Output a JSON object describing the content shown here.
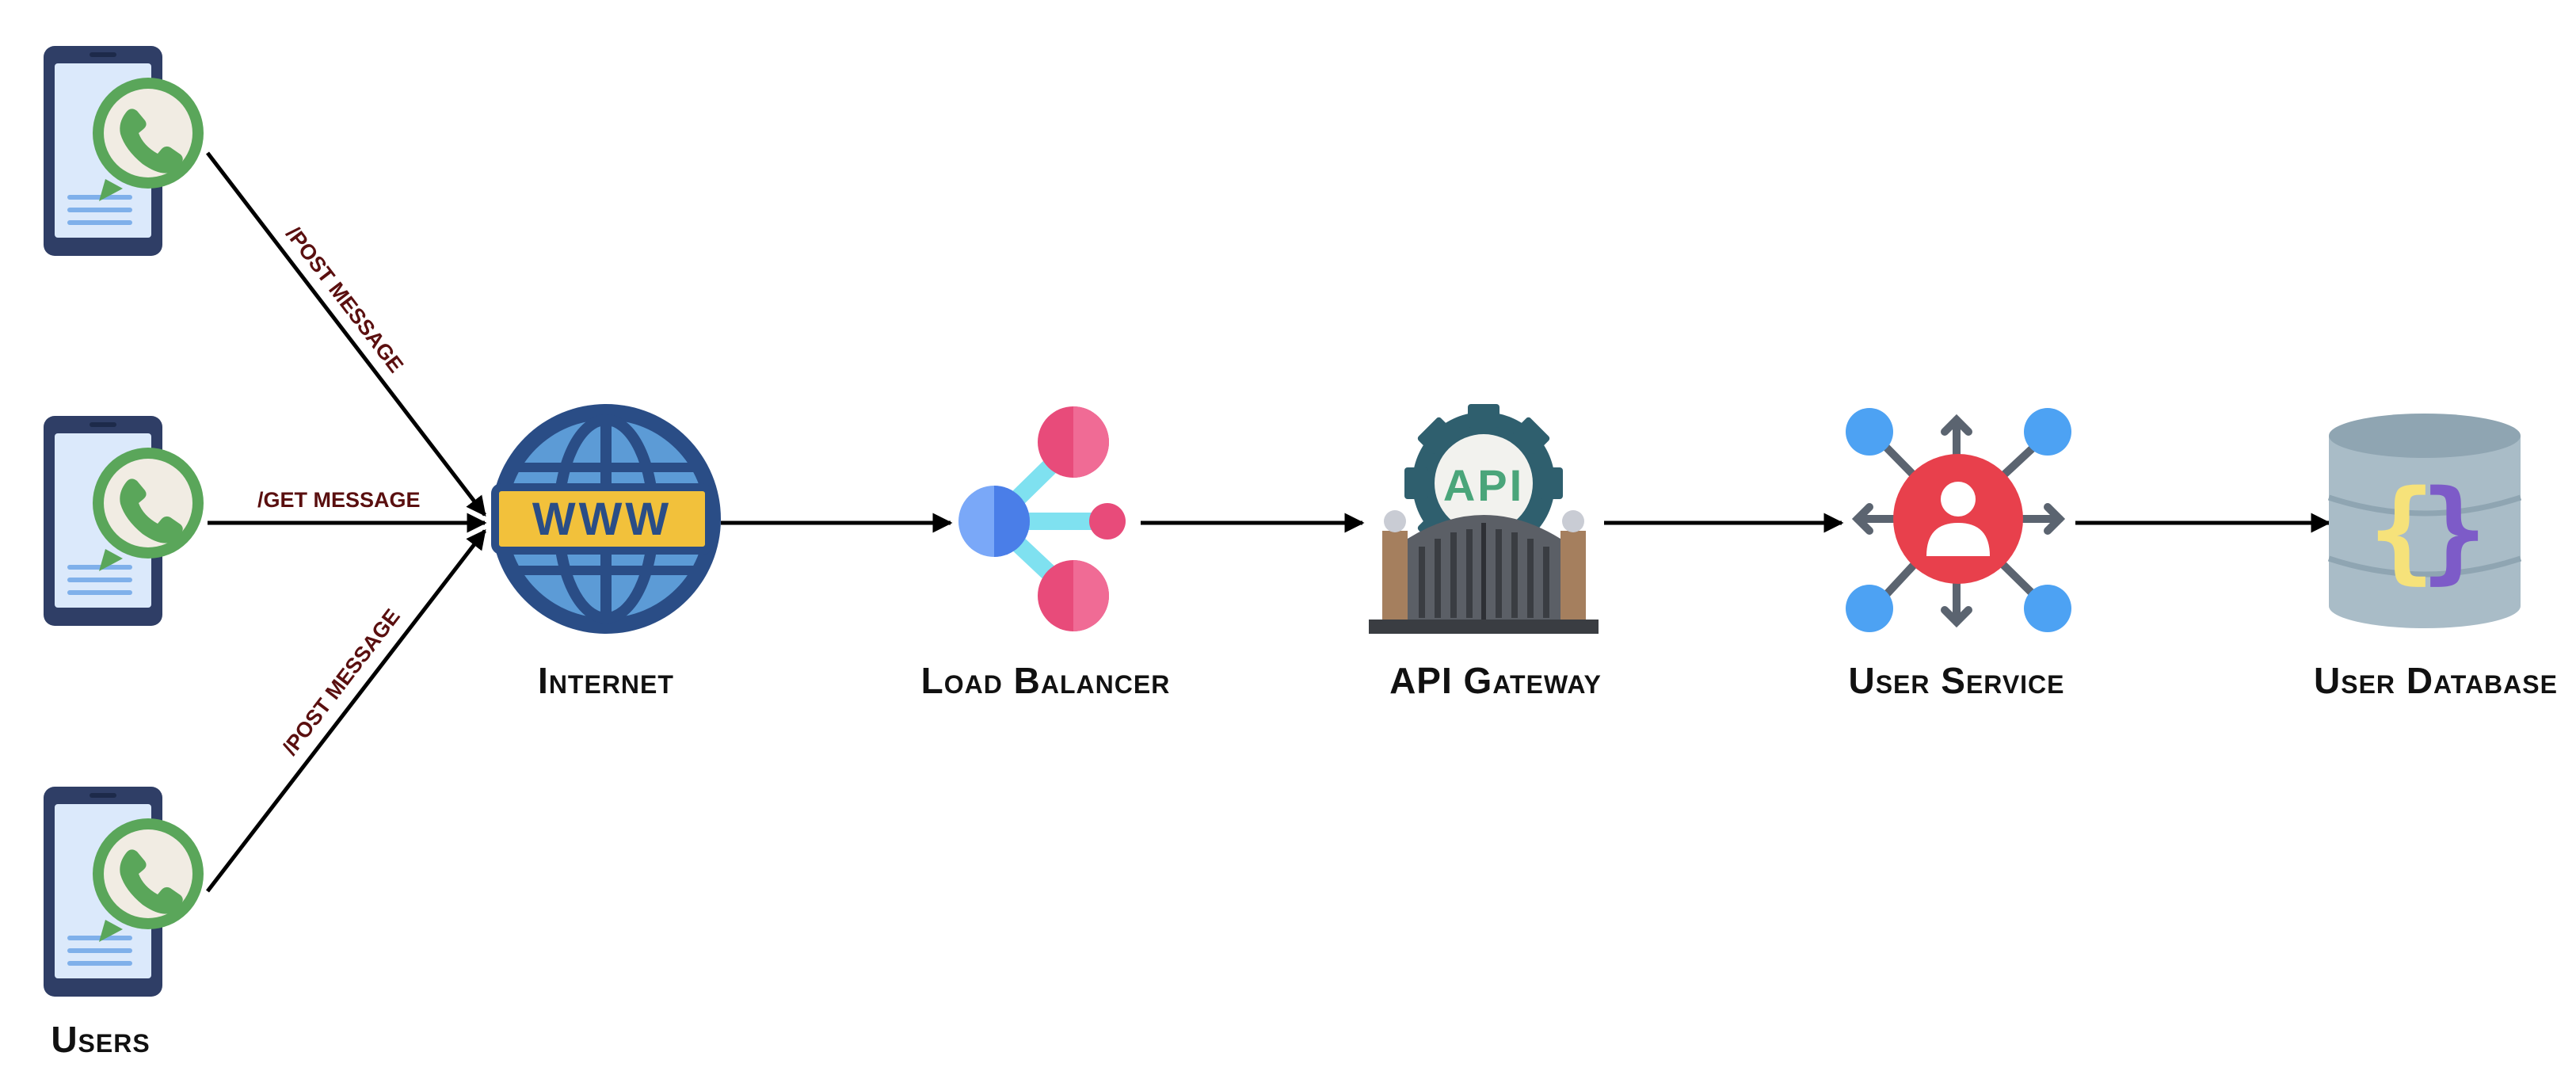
{
  "nodes": {
    "users": {
      "label": "Users"
    },
    "internet": {
      "label": "Internet",
      "badge": "WWW"
    },
    "load_balancer": {
      "label": "Load Balancer"
    },
    "api_gateway": {
      "label": "API Gateway",
      "badge": "API"
    },
    "user_service": {
      "label": "User Service"
    },
    "user_database": {
      "label": "User Database",
      "glyph_left": "{",
      "glyph_right": "}"
    }
  },
  "edges": {
    "user1_to_internet": {
      "label": "/POST MESSAGE"
    },
    "user2_to_internet": {
      "label": "/GET MESSAGE"
    },
    "user3_to_internet": {
      "label": "/POST MESSAGE"
    }
  },
  "colors": {
    "phone_body": "#2f3e66",
    "phone_screen": "#dbe9fb",
    "whatsapp_green": "#5aa65a",
    "globe_blue": "#2a4d86",
    "globe_light": "#5c9bd6",
    "www_yellow": "#f2c13b",
    "lb_pink": "#e84b7a",
    "lb_blue": "#5b8ef0",
    "lb_cyan": "#7fe1f0",
    "gear_teal": "#2f5f6e",
    "gate_brown": "#a57f5e",
    "user_red": "#e8404c",
    "node_blue": "#4da2f3",
    "arrow_grey": "#5b6470",
    "db_grey": "#a9bcc7",
    "brace_yellow": "#f6e27a",
    "brace_purple": "#7d5bc8",
    "edge_label": "#5a0f0f"
  },
  "icons": [
    "phone-whatsapp-icon",
    "globe-www-icon",
    "load-balancer-icon",
    "api-gateway-icon",
    "user-service-icon",
    "database-icon"
  ]
}
